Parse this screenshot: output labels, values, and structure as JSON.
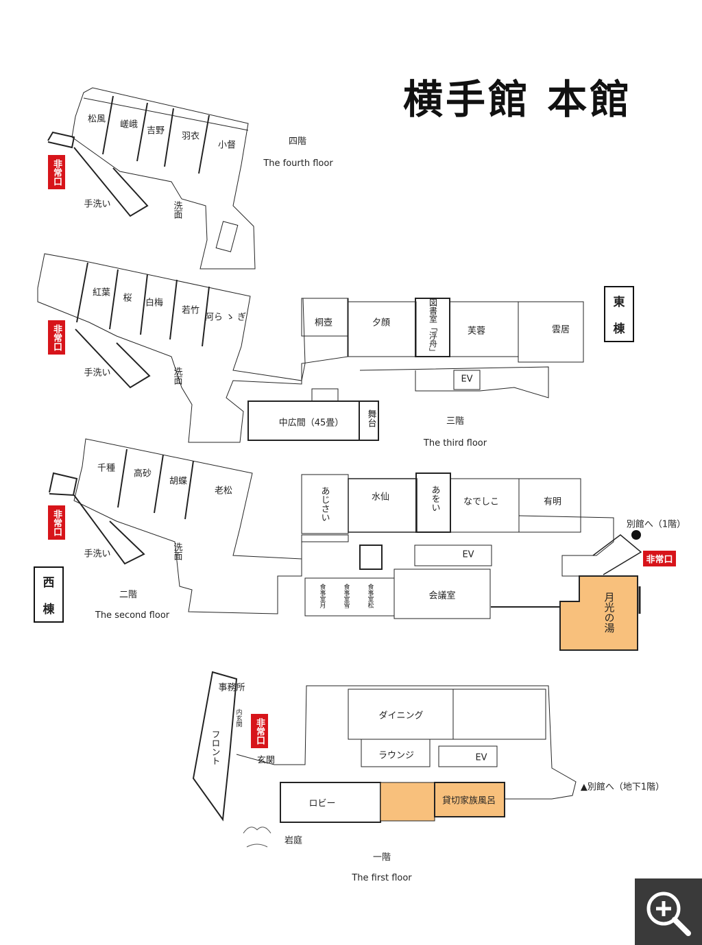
{
  "title": "横手館 本館",
  "wings": {
    "east": [
      "東",
      "棟"
    ],
    "west": [
      "西",
      "棟"
    ]
  },
  "emergency_exit": "非常口",
  "floors": {
    "fourth": {
      "jp": "四階",
      "en": "The fourth floor",
      "rooms": [
        "松風",
        "嵯峨",
        "吉野",
        "羽衣",
        "小督",
        "手洗い",
        "洗面"
      ]
    },
    "third": {
      "jp": "三階",
      "en": "The third floor",
      "rooms": [
        "紅葉",
        "桜",
        "白梅",
        "若竹",
        "阿ら ゝ ぎ",
        "手洗い",
        "洗面",
        "桐壺",
        "夕顔",
        "図書室「浮舟」",
        "芙蓉",
        "雲居",
        "EV",
        "中広間（45畳）",
        "舞台"
      ]
    },
    "second": {
      "jp": "二階",
      "en": "The second floor",
      "rooms": [
        "千種",
        "高砂",
        "胡蝶",
        "老松",
        "手洗い",
        "洗面",
        "あじさい",
        "水仙",
        "あをい",
        "なでしこ",
        "有明",
        "EV",
        "食事室月",
        "食事室雪",
        "食事室松",
        "会議室",
        "月光の湯",
        "別館へ（1階）"
      ]
    },
    "first": {
      "jp": "一階",
      "en": "The first floor",
      "rooms": [
        "事務所",
        "内玄関",
        "フロント",
        "玄関",
        "ダイニング",
        "ラウンジ",
        "EV",
        "ロビー",
        "貸切家族風呂",
        "岩庭",
        "▲別館へ（地下1階）"
      ]
    }
  },
  "colors": {
    "bath": "#f8c07c",
    "exit": "#d7141a",
    "line": "#222222",
    "zoom_button": "#3a3a3a"
  },
  "zoom_button_icon": "zoom-in-icon"
}
